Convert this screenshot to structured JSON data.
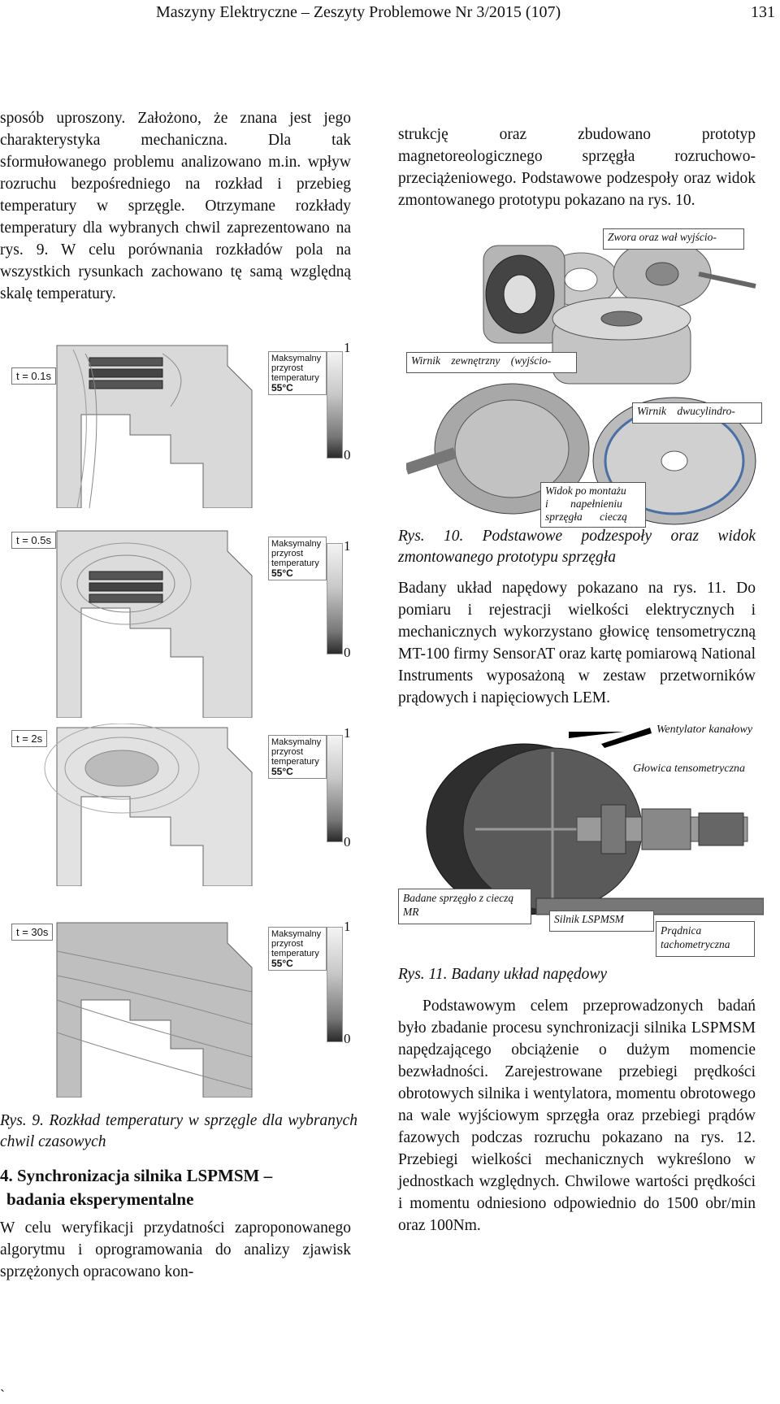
{
  "header": {
    "journal": "Maszyny Elektryczne – Zeszyty Problemowe Nr 3/2015 (107)",
    "page": "131"
  },
  "left": {
    "para1": "sposób uproszony. Założono, że znana jest jego charakterystyka mechaniczna. Dla tak sformułowanego problemu analizowano m.in. wpływ rozruchu bezpośredniego na rozkład i przebieg temperatury w sprzęgle. Otrzymane rozkłady temperatury dla wybranych chwil zaprezentowano na rys. 9. W celu porównania rozkładów pola na wszystkich rysunkach zachowano tę samą względną skalę temperatury.",
    "fig9": {
      "panels": [
        {
          "time": "t = 0.1s",
          "max_l1": "Maksymalny",
          "max_l2": "przyrost",
          "max_l3": "temperatury",
          "max_l4": "55°C",
          "top": "1",
          "bottom": "0"
        },
        {
          "time": "t = 0.5s",
          "max_l1": "Maksymalny",
          "max_l2": "przyrost",
          "max_l3": "temperatury",
          "max_l4": "55°C",
          "top": "1",
          "bottom": "0"
        },
        {
          "time": "t = 2s",
          "max_l1": "Maksymalny",
          "max_l2": "przyrost",
          "max_l3": "temperatury",
          "max_l4": "55°C",
          "top": "1",
          "bottom": "0"
        },
        {
          "time": "t = 30s",
          "max_l1": "Maksymalny",
          "max_l2": "przyrost",
          "max_l3": "temperatury",
          "max_l4": "55°C",
          "top": "1",
          "bottom": "0"
        }
      ],
      "caption": "Rys. 9. Rozkład temperatury w sprzęgle dla wybranych chwil czasowych"
    },
    "heading_line1": "4. Synchronizacja silnika LSPMSM –",
    "heading_line2": "badania eksperymentalne",
    "para2": "W celu weryfikacji przydatności zaproponowanego algorytmu i oprogramowania do analizy zjawisk sprzężonych opracowano kon-"
  },
  "right": {
    "para1": "strukcję oraz zbudowano prototyp magnetoreologicznego sprzęgła rozruchowo-przeciążeniowego. Podstawowe podzespoły oraz widok zmontowanego prototypu pokazano na rys. 10.",
    "fig10": {
      "callout1": "Zwora oraz wał wyjścio-",
      "callout2": "Wirnik zewnętrzny (wyjścio-",
      "callout3": "Wirnik dwucylindro-",
      "callout4_l1": "Widok po montażu",
      "callout4_l2": "i napełnieniu",
      "callout4_l3": "sprzęgła cieczą",
      "caption": "Rys. 10. Podstawowe podzespoły oraz widok zmontowanego prototypu sprzęgła"
    },
    "para2": "Badany układ napędowy pokazano na rys. 11. Do pomiaru i rejestracji wielkości elektrycznych i mechanicznych wykorzystano głowicę tensometryczną MT-100 firmy SensorAT oraz kartę pomiarową National Instruments wyposażoną w zestaw przetworników prądowych i napięciowych LEM.",
    "fig11": {
      "label_fan": "Wentylator kanałowy",
      "label_head": "Głowica tensometryczna",
      "label_mr": "Badane sprzęgło z cieczą MR",
      "label_motor": "Silnik LSPMSM",
      "label_tacho_l1": "Prądnica",
      "label_tacho_l2": "tachometryczna",
      "caption": "Rys. 11. Badany układ napędowy"
    },
    "para3": "Podstawowym celem przeprowadzonych badań było zbadanie procesu synchronizacji silnika LSPMSM napędzającego obciążenie o dużym momencie bezwładności. Zarejestrowane przebiegi prędkości obrotowych silnika i wentylatora, momentu obrotowego na wale wyjściowym sprzęgła oraz przebiegi prądów fazowych podczas rozruchu pokazano na rys. 12. Przebiegi wielkości mechanicznych wykreślono w jednostkach względnych. Chwilowe wartości prędkości i momentu odniesiono odpowiednio do 1500 obr/min oraz 100Nm."
  },
  "footer_mark": "`"
}
